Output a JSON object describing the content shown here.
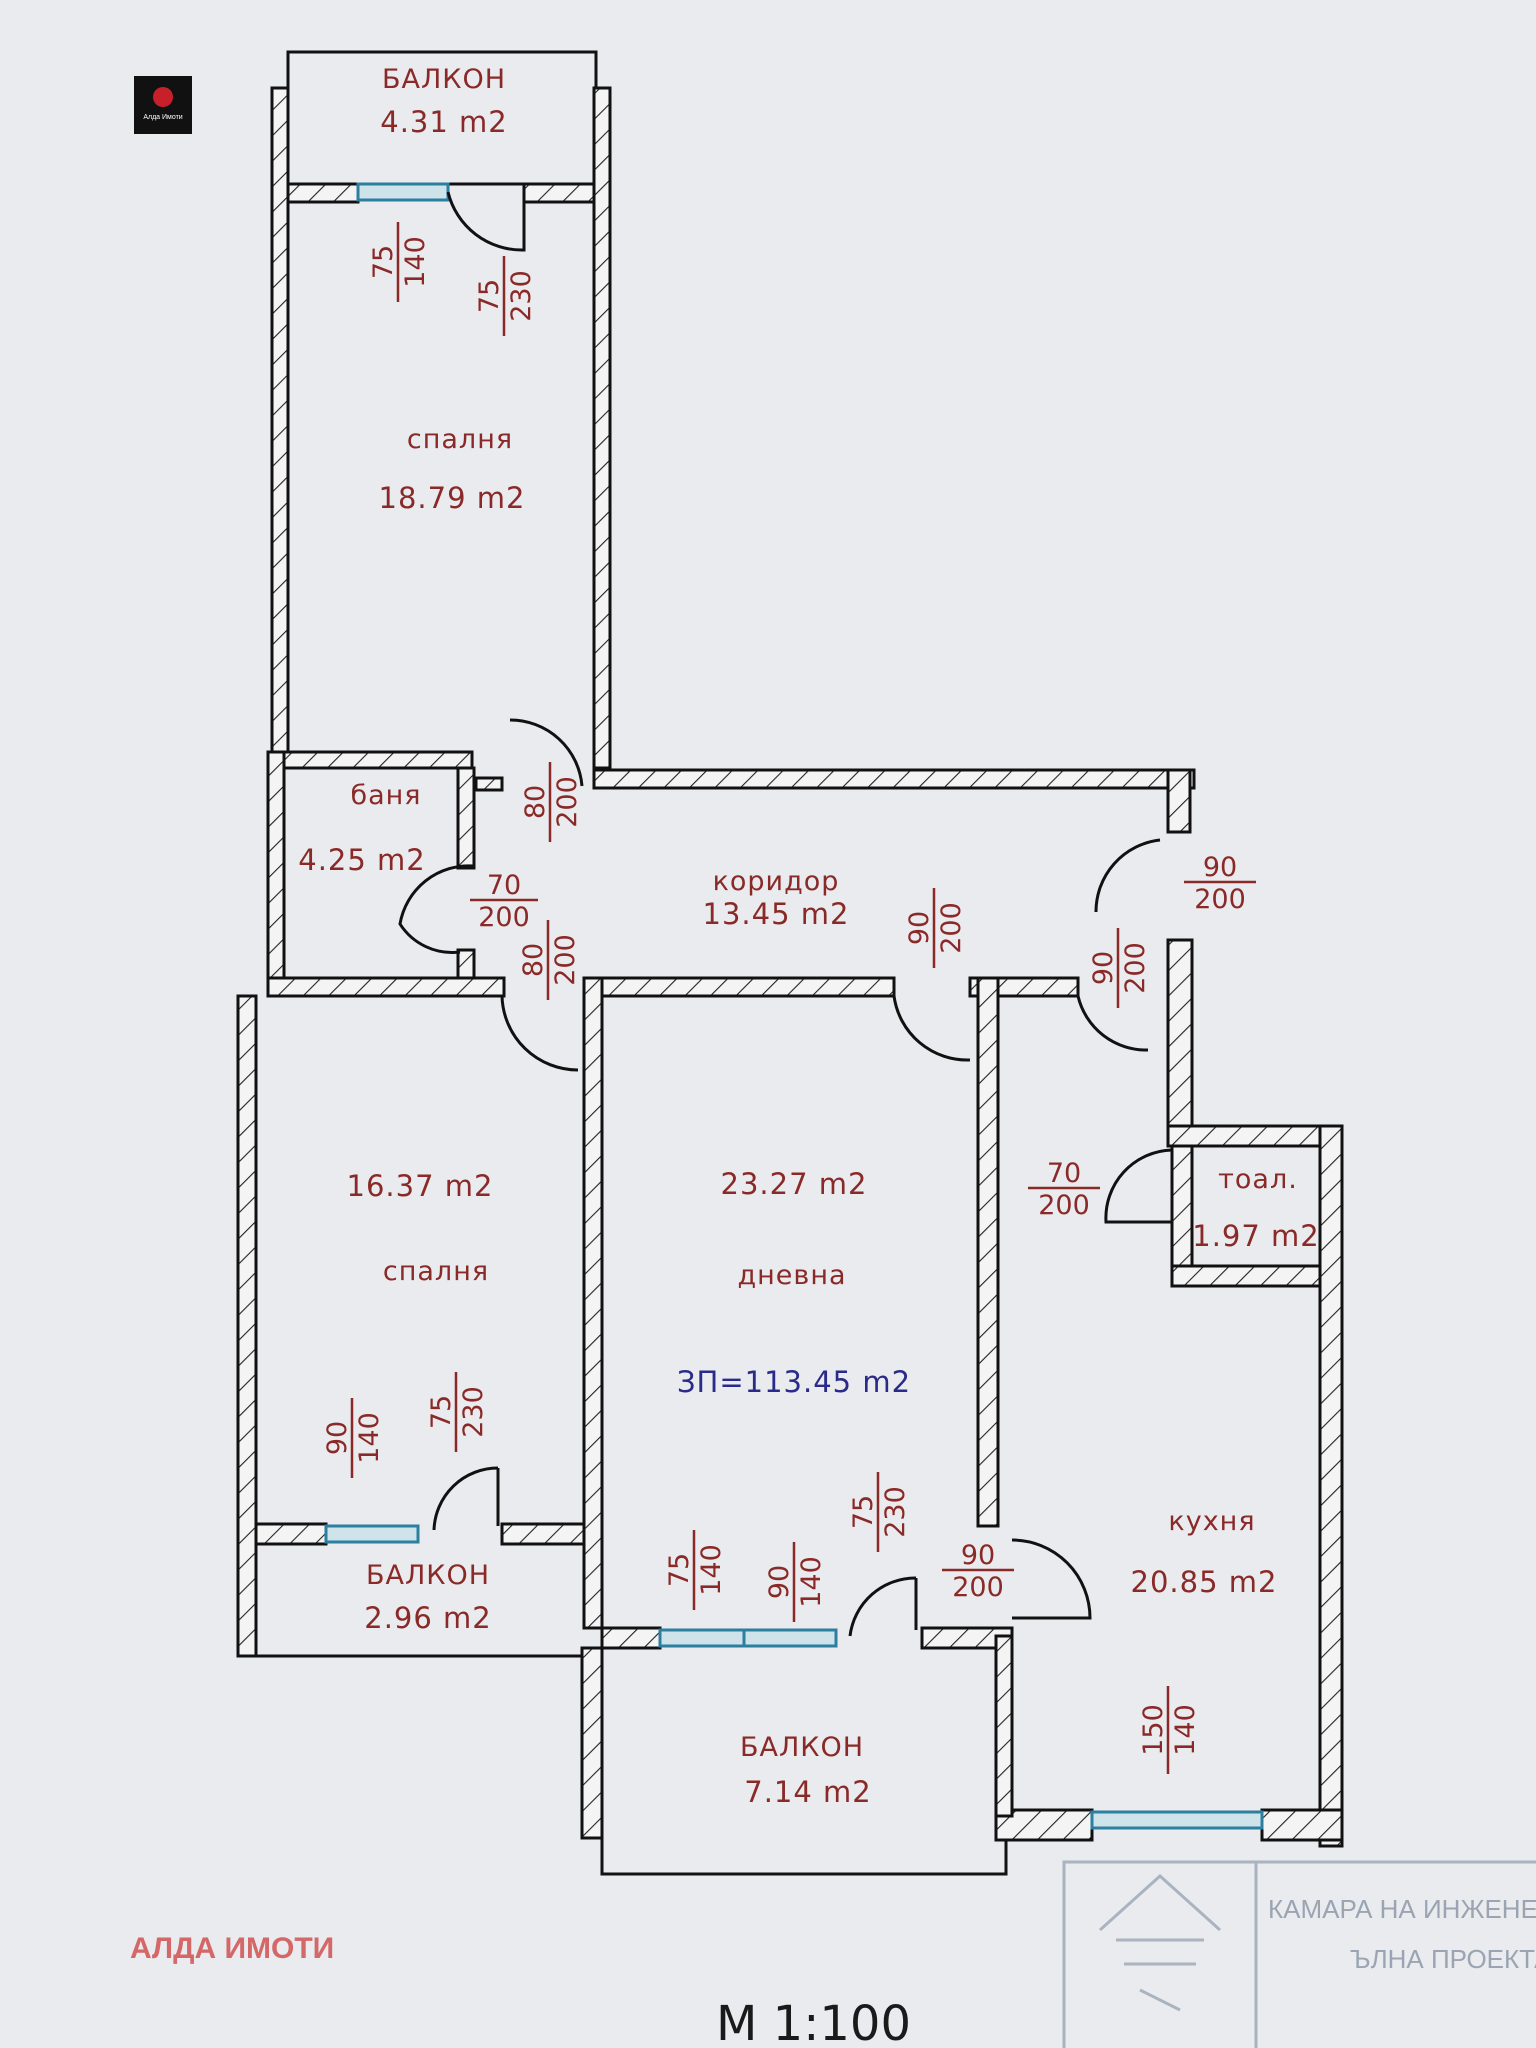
{
  "brand": {
    "logo_text": "Алда Имоти",
    "watermark": "АЛДА ИМОТИ"
  },
  "scale": "M 1:100",
  "total_area": "ЗП=113.45 m2",
  "rooms": {
    "balcony_top": {
      "label": "БАЛКОН",
      "area": "4.31 m2"
    },
    "bedroom_top": {
      "label": "спалня",
      "area": "18.79 m2"
    },
    "bathroom": {
      "label": "баня",
      "area": "4.25 m2"
    },
    "corridor": {
      "label": "коридор",
      "area": "13.45 m2"
    },
    "bedroom_bottom": {
      "label": "спалня",
      "area": "16.37 m2"
    },
    "living": {
      "label": "дневна",
      "area": "23.27 m2"
    },
    "toilet": {
      "label": "тоал.",
      "area": "1.97 m2"
    },
    "kitchen": {
      "label": "кухня",
      "area": "20.85 m2"
    },
    "balcony_left": {
      "label": "БАЛКОН",
      "area": "2.96 m2"
    },
    "balcony_bottom": {
      "label": "БАЛКОН",
      "area": "7.14 m2"
    }
  },
  "dimensions": {
    "d1": {
      "w": "75",
      "h": "140"
    },
    "d2": {
      "w": "75",
      "h": "230"
    },
    "d3": {
      "w": "80",
      "h": "200"
    },
    "d4": {
      "w": "70",
      "h": "200"
    },
    "d5": {
      "w": "80",
      "h": "200"
    },
    "d6": {
      "w": "90",
      "h": "200"
    },
    "d7": {
      "w": "90",
      "h": "200"
    },
    "d8": {
      "w": "90",
      "h": "200"
    },
    "d9": {
      "w": "70",
      "h": "200"
    },
    "d10": {
      "w": "90",
      "h": "140"
    },
    "d11": {
      "w": "75",
      "h": "230"
    },
    "d12": {
      "w": "75",
      "h": "140"
    },
    "d13": {
      "w": "90",
      "h": "140"
    },
    "d14": {
      "w": "75",
      "h": "230"
    },
    "d15": {
      "w": "90",
      "h": "200"
    },
    "d16": {
      "w": "150",
      "h": "140"
    }
  },
  "stamp": {
    "line1": "КАМАРА НА ИНЖЕНЕРИТЕ В",
    "line2": "ЪЛНА ПРОЕКТАН"
  },
  "colors": {
    "room_text": "#8a2a28",
    "total_text": "#2a2a8a",
    "window": "#2d7fa0",
    "watermark": "#d46767"
  }
}
